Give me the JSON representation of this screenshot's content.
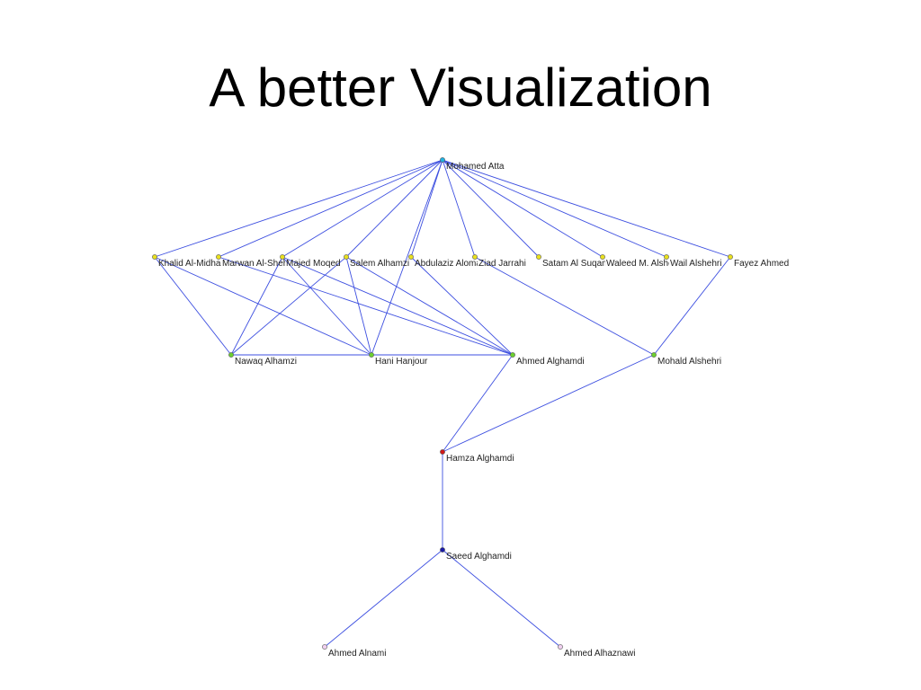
{
  "slide": {
    "title": "A better Visualization"
  },
  "graph": {
    "nodes": [
      {
        "id": "atta",
        "label": "Mohamed Atta",
        "color": "#20b0e0"
      },
      {
        "id": "midhar",
        "label": "Khalid Al-Midhar",
        "color": "#e8e020"
      },
      {
        "id": "shehhi",
        "label": "Marwan Al-Shehhi",
        "color": "#e8e020"
      },
      {
        "id": "moqed",
        "label": "Majed Moqed",
        "color": "#e8e020"
      },
      {
        "id": "salem",
        "label": "Salem Alhamzi",
        "color": "#e8e020"
      },
      {
        "id": "omari",
        "label": "Abdulaziz Alomari",
        "color": "#e8e020"
      },
      {
        "id": "jarrahi",
        "label": "Ziad Jarrahi",
        "color": "#e8e020"
      },
      {
        "id": "suqami",
        "label": "Satam Al Suqami",
        "color": "#e8e020"
      },
      {
        "id": "waleed",
        "label": "Waleed M. Alshehri",
        "color": "#e8e020"
      },
      {
        "id": "wail",
        "label": "Wail Alshehri",
        "color": "#e8e020"
      },
      {
        "id": "fayez",
        "label": "Fayez Ahmed",
        "color": "#e8e020"
      },
      {
        "id": "nawaq",
        "label": "Nawaq Alhamzi",
        "color": "#6cd030"
      },
      {
        "id": "hanjour",
        "label": "Hani Hanjour",
        "color": "#6cd030"
      },
      {
        "id": "ahmedg",
        "label": "Ahmed Alghamdi",
        "color": "#6cd030"
      },
      {
        "id": "mohald",
        "label": "Mohald Alshehri",
        "color": "#6cd030"
      },
      {
        "id": "hamza",
        "label": "Hamza Alghamdi",
        "color": "#d01818"
      },
      {
        "id": "saeed",
        "label": "Saeed Alghamdi",
        "color": "#1a1aa8"
      },
      {
        "id": "alnami",
        "label": "Ahmed Alnami",
        "color": "#f0d0f0"
      },
      {
        "id": "haznawi",
        "label": "Ahmed Alhaznawi",
        "color": "#f0d0f0"
      }
    ],
    "edges": [
      [
        "atta",
        "midhar"
      ],
      [
        "atta",
        "shehhi"
      ],
      [
        "atta",
        "moqed"
      ],
      [
        "atta",
        "salem"
      ],
      [
        "atta",
        "omari"
      ],
      [
        "atta",
        "jarrahi"
      ],
      [
        "atta",
        "suqami"
      ],
      [
        "atta",
        "waleed"
      ],
      [
        "atta",
        "wail"
      ],
      [
        "atta",
        "fayez"
      ],
      [
        "atta",
        "hanjour"
      ],
      [
        "midhar",
        "nawaq"
      ],
      [
        "midhar",
        "hanjour"
      ],
      [
        "moqed",
        "nawaq"
      ],
      [
        "moqed",
        "hanjour"
      ],
      [
        "moqed",
        "ahmedg"
      ],
      [
        "shehhi",
        "ahmedg"
      ],
      [
        "salem",
        "nawaq"
      ],
      [
        "salem",
        "hanjour"
      ],
      [
        "salem",
        "ahmedg"
      ],
      [
        "omari",
        "ahmedg"
      ],
      [
        "jarrahi",
        "mohald"
      ],
      [
        "fayez",
        "mohald"
      ],
      [
        "nawaq",
        "hanjour"
      ],
      [
        "hanjour",
        "ahmedg"
      ],
      [
        "ahmedg",
        "hamza"
      ],
      [
        "mohald",
        "hamza"
      ],
      [
        "hamza",
        "saeed"
      ],
      [
        "saeed",
        "alnami"
      ],
      [
        "saeed",
        "haznawi"
      ]
    ]
  }
}
